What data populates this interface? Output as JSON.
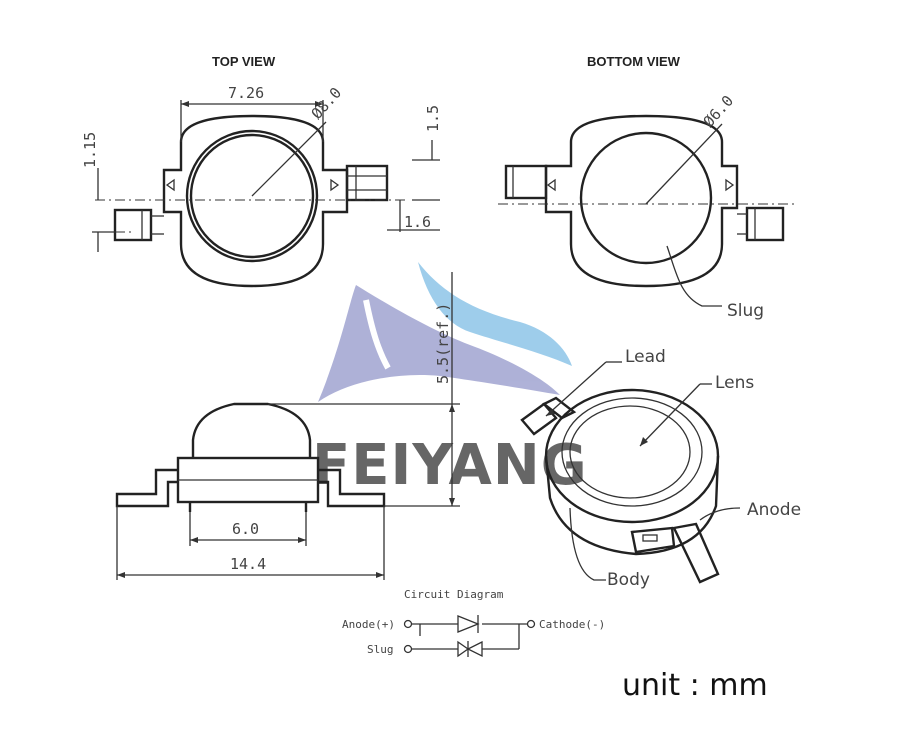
{
  "views": {
    "top": "TOP VIEW",
    "bottom": "BOTTOM VIEW"
  },
  "dimensions": {
    "width_top": "7.26",
    "dia_lens": "Ø8.0",
    "lead_pitch": "1.5",
    "lead_offset": "1.15",
    "lead_width": "1.6",
    "dia_slug": "Ø6.0",
    "height": "5.5(ref.)",
    "slug_width": "6.0",
    "total_length": "14.4"
  },
  "callouts": {
    "slug": "Slug",
    "lead": "Lead",
    "lens": "Lens",
    "anode": "Anode",
    "body": "Body"
  },
  "circuit": {
    "title": "Circuit Diagram",
    "anode": "Anode(+)",
    "cathode": "Cathode(-)",
    "slug": "Slug"
  },
  "watermark": "FEIYANG",
  "colors": {
    "watermark_blue": "#4fa6dc",
    "watermark_purple": "#6d72b8",
    "watermark_text": "#b9bcc6"
  },
  "unit": "unit : mm"
}
